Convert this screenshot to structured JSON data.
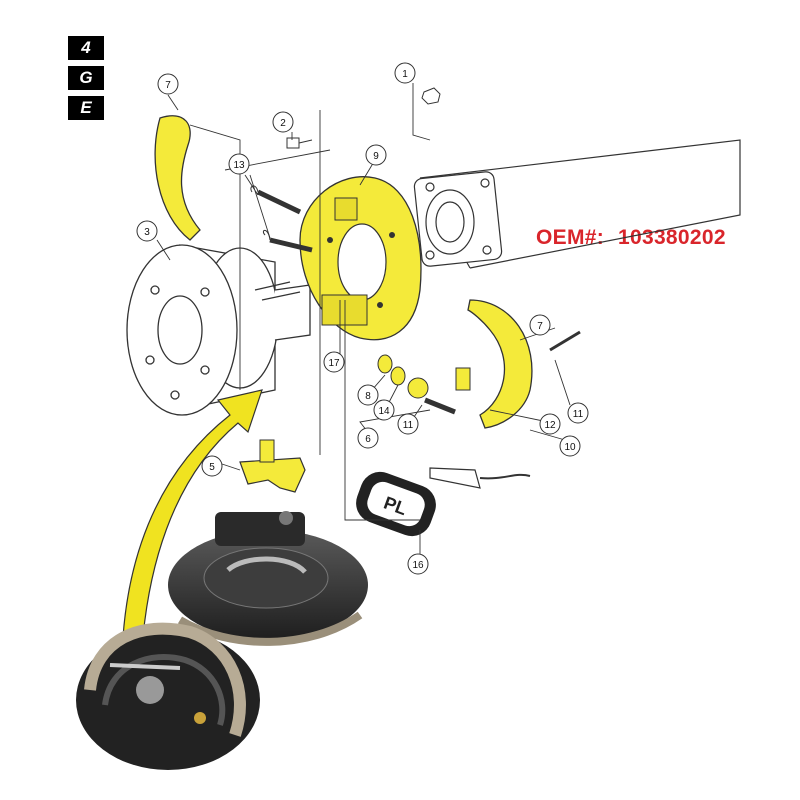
{
  "badges": [
    "4",
    "G",
    "E"
  ],
  "oem": {
    "label": "OEM#:",
    "number": "103380202"
  },
  "callouts": [
    "1",
    "2",
    "3",
    "5",
    "6",
    "7",
    "7",
    "8",
    "9",
    "10",
    "11",
    "11",
    "12",
    "13",
    "14",
    "16",
    "17"
  ],
  "photo_labels": {
    "cable_tag": "PL"
  },
  "colors": {
    "highlight": "#f4ea3a",
    "oem_text": "#d9252b",
    "line": "#333333",
    "arrow": "#f0e320"
  }
}
